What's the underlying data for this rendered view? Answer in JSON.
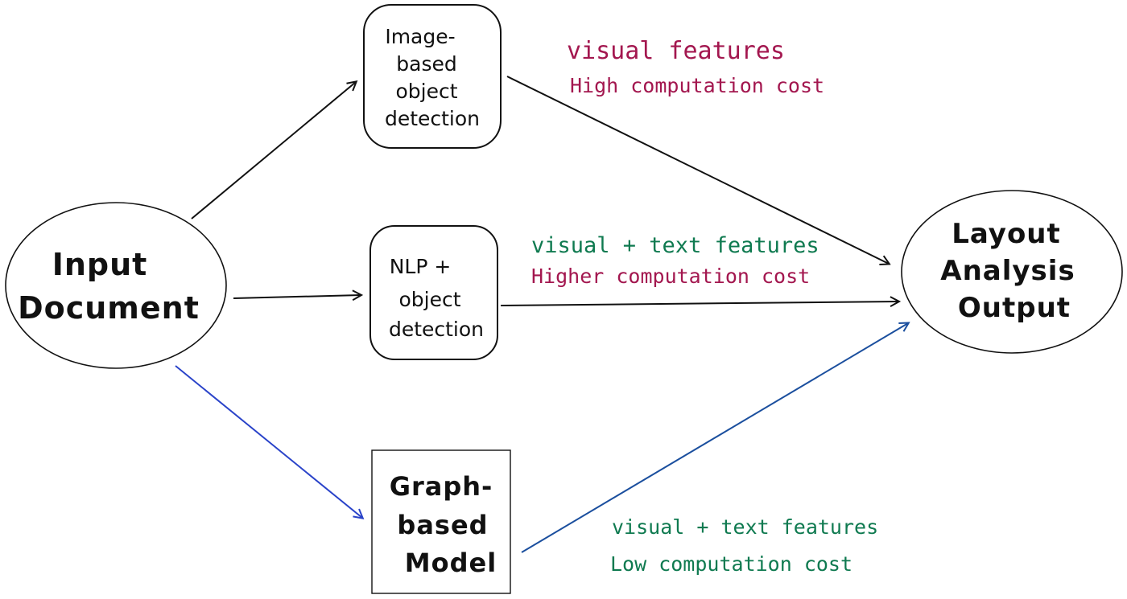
{
  "nodes": {
    "input": {
      "lines": [
        "Input",
        "Document"
      ]
    },
    "image": {
      "lines": [
        "Image-",
        "based",
        "object",
        "detection"
      ]
    },
    "nlp": {
      "lines": [
        "NLP +",
        "object",
        "detection"
      ]
    },
    "graph": {
      "lines": [
        "Graph-",
        "based",
        "Model"
      ]
    },
    "output": {
      "lines": [
        "Layout",
        "Analysis",
        "Output"
      ]
    }
  },
  "labels": {
    "top_features": "visual features",
    "top_cost": "High computation cost",
    "mid_features": "visual + text features",
    "mid_cost": "Higher computation cost",
    "bottom_features": "visual + text features",
    "bottom_cost": "Low computation cost"
  },
  "colors": {
    "stroke": "#111111",
    "blue_arrow": "#2a43c9",
    "blue_arrow_2": "#1b4f9e",
    "crimson": "#a3174f",
    "green": "#0f7a50"
  }
}
